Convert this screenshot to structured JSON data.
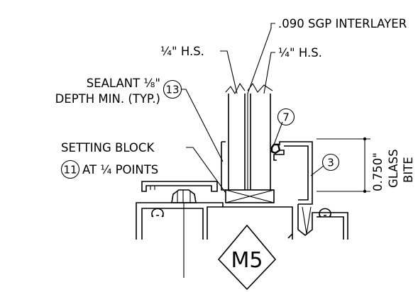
{
  "labels": {
    "interlayer": ".090 SGP INTERLAYER",
    "hs_left": "¼\" H.S.",
    "hs_right": "¼\" H.S.",
    "sealant_line1": "SEALANT ⅛\"",
    "sealant_line2": "DEPTH MIN. (TYP.)",
    "setting_block_line1": "SETTING BLOCK",
    "setting_block_line2": "AT ¼ POINTS",
    "dimension_value": "0.750\"",
    "glass": "GLASS",
    "bite": "BITE",
    "detail_tag": "M5"
  },
  "callouts": {
    "c13": "13",
    "c7": "7",
    "c3": "3",
    "c11": "11"
  }
}
